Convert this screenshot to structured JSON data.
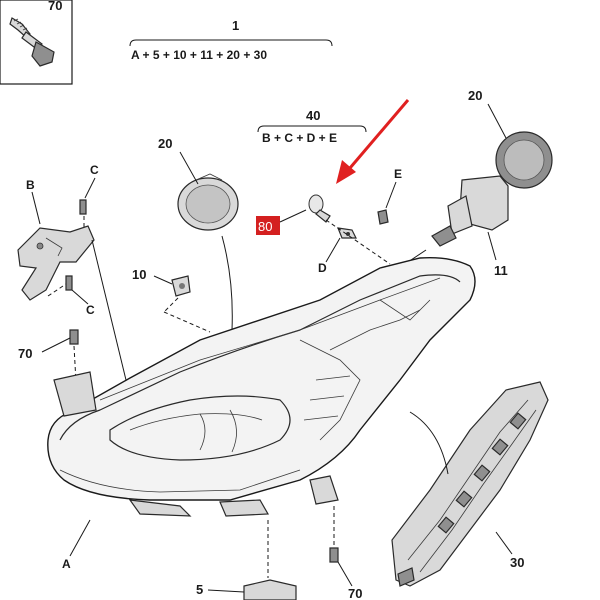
{
  "callouts": {
    "c70_box": "70",
    "c1": "1",
    "c40": "40",
    "c20_left": "20",
    "c20_right": "20",
    "cB": "B",
    "cC_top": "C",
    "cC_bottom": "C",
    "cE": "E",
    "c80": "80",
    "cD": "D",
    "c11": "11",
    "c10": "10",
    "c70_left": "70",
    "cA": "A",
    "c5": "5",
    "c70_bottom": "70",
    "c30": "30"
  },
  "formulas": {
    "assembly_1": "A + 5 + 10 + 11 + 20 + 30",
    "kit_40": "B + C + D + E"
  },
  "colors": {
    "highlight_red": "#d42020",
    "arrow_red": "#e02020"
  }
}
